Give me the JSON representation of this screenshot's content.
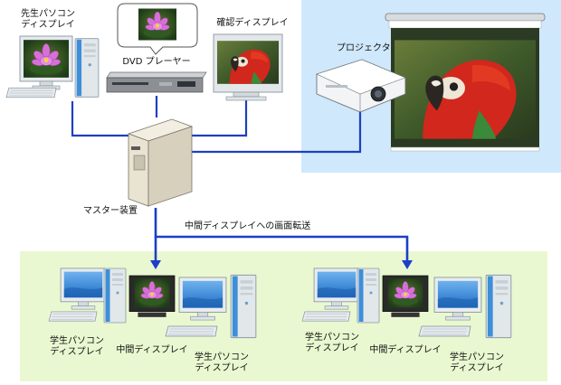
{
  "colors": {
    "projector_zone": "#cfe8fb",
    "classroom_zone": "#e9f8d0",
    "cable": "#1f3fbf",
    "arrow": "#1b3fc8",
    "monitor_case": "#e8ecef",
    "pc_tower": "#e2e7ea",
    "tower_stripe": "#3e8fd8",
    "blank_screen": "#2f7fd1",
    "master_device": "#e9e3d2"
  },
  "labels": {
    "teacher_display": "先生パソコン\nディスプレイ",
    "dvd_player": "DVD プレーヤー",
    "check_display": "確認ディスプレイ",
    "projector": "プロジェクタ",
    "master_device": "マスター装置",
    "transfer": "中間ディスプレイへの画面転送",
    "student_display_left": "学生パソコン\nディスプレイ",
    "middle_display_left": "中間ディスプレイ",
    "student_display_right": "学生パソコン\nディスプレイ",
    "student_display_left_2": "学生パソコン\nディスプレイ",
    "middle_display_right": "中間ディスプレイ",
    "student_display_right_2": "学生パソコン\nディスプレイ"
  },
  "icons": [
    "flower-image",
    "parrot-image",
    "dvd-player-icon",
    "projector-icon",
    "projection-screen",
    "master-device-icon",
    "pc-tower-icon",
    "monitor-icon",
    "keyboard-icon"
  ]
}
